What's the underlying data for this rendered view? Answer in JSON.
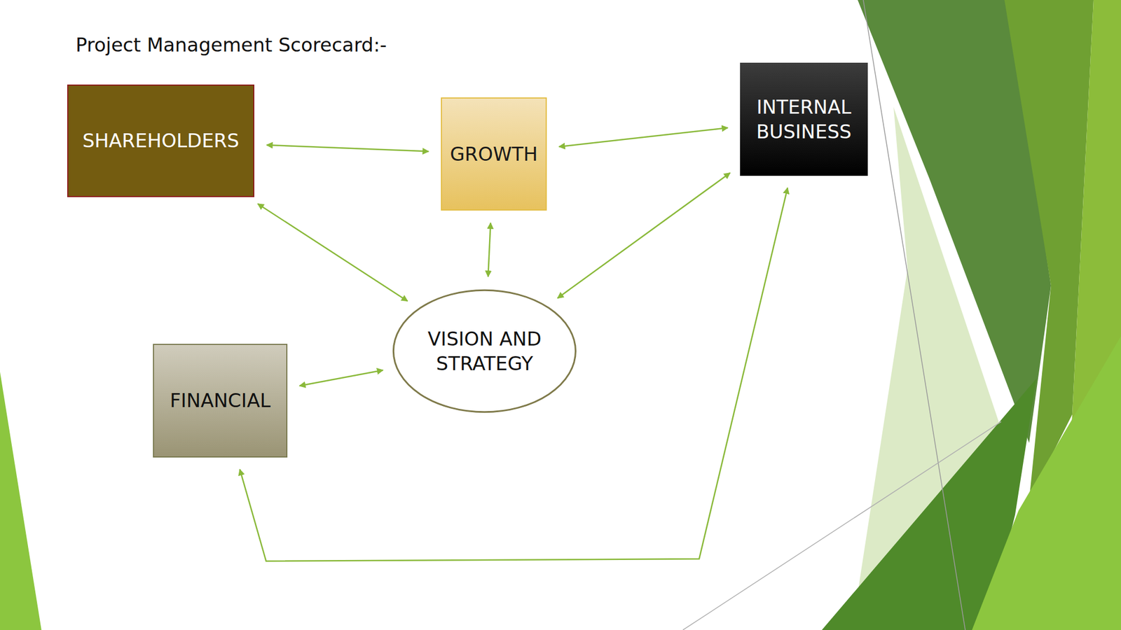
{
  "diagram": {
    "title": "Project Management Scorecard:-",
    "nodes": [
      {
        "text": [
          "SHAREHOLDERS"
        ]
      },
      {
        "text": [
          "GROWTH"
        ]
      },
      {
        "text": [
          "INTERNAL BUSINESS"
        ]
      },
      {
        "text": [
          "VISION AND STRATEGY"
        ]
      },
      {
        "text": [
          "FINANCIAL"
        ]
      }
    ],
    "edges": [
      {
        "from": 0,
        "to": 1,
        "arrow": "both"
      },
      {
        "from": 1,
        "to": 2,
        "arrow": "both"
      },
      {
        "from": 0,
        "to": 3,
        "arrow": "both"
      },
      {
        "from": 1,
        "to": 3,
        "arrow": "both"
      },
      {
        "from": 2,
        "to": 3,
        "arrow": "both"
      },
      {
        "from": 4,
        "to": 3,
        "arrow": "both"
      },
      {
        "from": 4,
        "to": 2,
        "arrow": "both"
      }
    ]
  }
}
